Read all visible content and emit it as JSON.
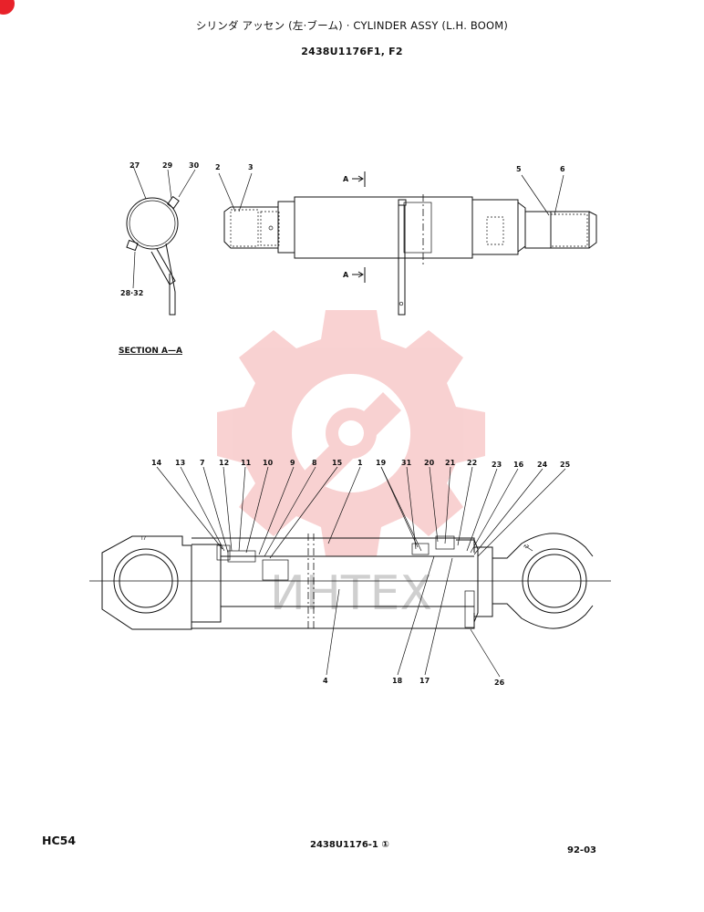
{
  "header": {
    "title": "シリンダ アッセン (左·ブーム)  ·  CYLINDER ASSY (L.H. BOOM)",
    "code": "2438U1176F1, F2"
  },
  "section_label": "SECTION  A—A",
  "section_markers": [
    "A",
    "A"
  ],
  "top_view_labels": [
    "2",
    "3",
    "5",
    "6"
  ],
  "section_labels": [
    "27",
    "29",
    "30",
    "28·32"
  ],
  "callouts_top": [
    "14",
    "13",
    "7",
    "12",
    "11",
    "10",
    "9",
    "8",
    "15",
    "1",
    "19",
    "31",
    "20",
    "21",
    "22",
    "23",
    "16",
    "24",
    "25"
  ],
  "callouts_bottom": [
    "4",
    "18",
    "17",
    "26"
  ],
  "watermark_text": "ИНТЕХ",
  "footer": {
    "model": "HC54",
    "doc_number": "2438U1176-1 ①",
    "page": "92-03"
  }
}
